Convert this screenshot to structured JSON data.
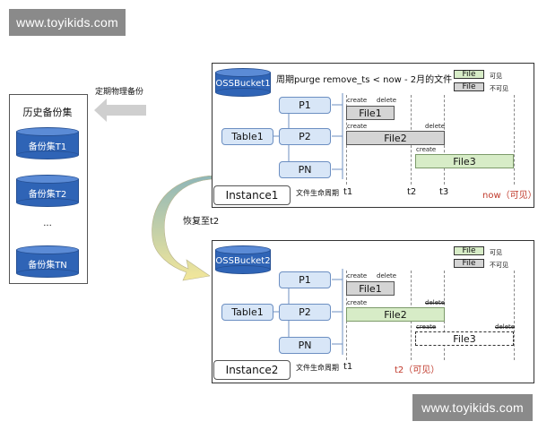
{
  "watermark": {
    "text": "www.toyikids.com"
  },
  "history": {
    "title": "历史备份集",
    "items": [
      "备份集T1",
      "备份集T2",
      "...",
      "备份集TN"
    ],
    "arrow_label": "定期物理备份"
  },
  "restore_label": "恢复至t2",
  "panel1": {
    "bucket": "OSSBucket1",
    "title": "周期purge remove_ts < now - 2月的文件",
    "table": "Table1",
    "partitions": [
      "P1",
      "P2",
      "PN"
    ],
    "instance": "Instance1",
    "lifecycle": "文件生命周期",
    "ticks": [
      "t1",
      "t2",
      "t3"
    ],
    "now_label": "now（可见）",
    "files": [
      {
        "name": "File1",
        "create": "create",
        "delete": "delete"
      },
      {
        "name": "File2",
        "create": "create",
        "delete": "delete"
      },
      {
        "name": "File3",
        "create": "create"
      }
    ],
    "legend": [
      {
        "box": "File",
        "text": "可见"
      },
      {
        "box": "File",
        "text": "不可见"
      }
    ]
  },
  "panel2": {
    "bucket": "OSSBucket2",
    "table": "Table1",
    "partitions": [
      "P1",
      "P2",
      "PN"
    ],
    "instance": "Instance2",
    "lifecycle": "文件生命周期",
    "ticks": [
      "t1"
    ],
    "t2_label": "t2（可见）",
    "files": [
      {
        "name": "File1",
        "create": "create",
        "delete": "delete"
      },
      {
        "name": "File2",
        "create": "create",
        "delete": "delete"
      },
      {
        "name": "File3",
        "create": "create",
        "delete": "delete"
      }
    ],
    "legend": [
      {
        "box": "File",
        "text": "可见"
      },
      {
        "box": "File",
        "text": "不可见"
      }
    ]
  },
  "colors": {
    "cylinder": "#2f64b6",
    "visible": "#d7ecc7",
    "invisible": "#d4d4d4",
    "accent_red": "#c0392b",
    "arrow_gradient_start": "#8fb6b8",
    "arrow_gradient_end": "#f3e79a"
  }
}
